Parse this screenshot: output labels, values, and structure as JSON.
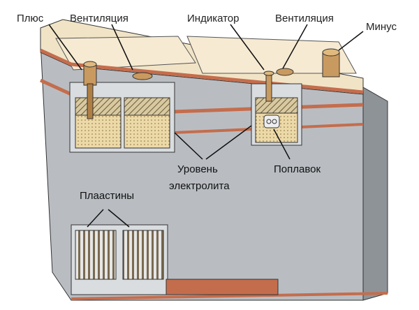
{
  "diagram": {
    "labels": {
      "plus": "Плюс",
      "vent_left": "Вентиляция",
      "indicator": "Индикатор",
      "vent_right": "Вентиляция",
      "minus": "Минус",
      "level_line1": "Уровень",
      "level_line2": "электролита",
      "float": "Поплавок",
      "plates": "Плаастины"
    },
    "colors": {
      "body": "#b9bdc2",
      "lid": "#f1e4c6",
      "rim": "#c46d4d",
      "terminal": "#c99a5f",
      "paste": "#e8d7a6"
    }
  }
}
